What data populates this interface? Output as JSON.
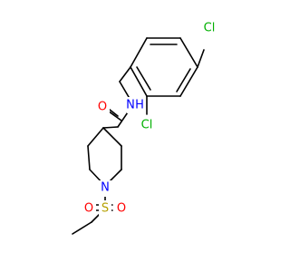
{
  "colors": {
    "background": "#ffffff",
    "bond": "#000000",
    "oxygen": "#ff0000",
    "nitrogen": "#0000ff",
    "sulfur": "#b5a000",
    "chlorine": "#00b000"
  },
  "atoms": {
    "cl_top": "Cl",
    "cl_mid": "Cl",
    "nh": "N",
    "h": "H",
    "o_amide": "O",
    "n_ring": "N",
    "s": "S",
    "o_left": "O",
    "o_right": "O"
  }
}
